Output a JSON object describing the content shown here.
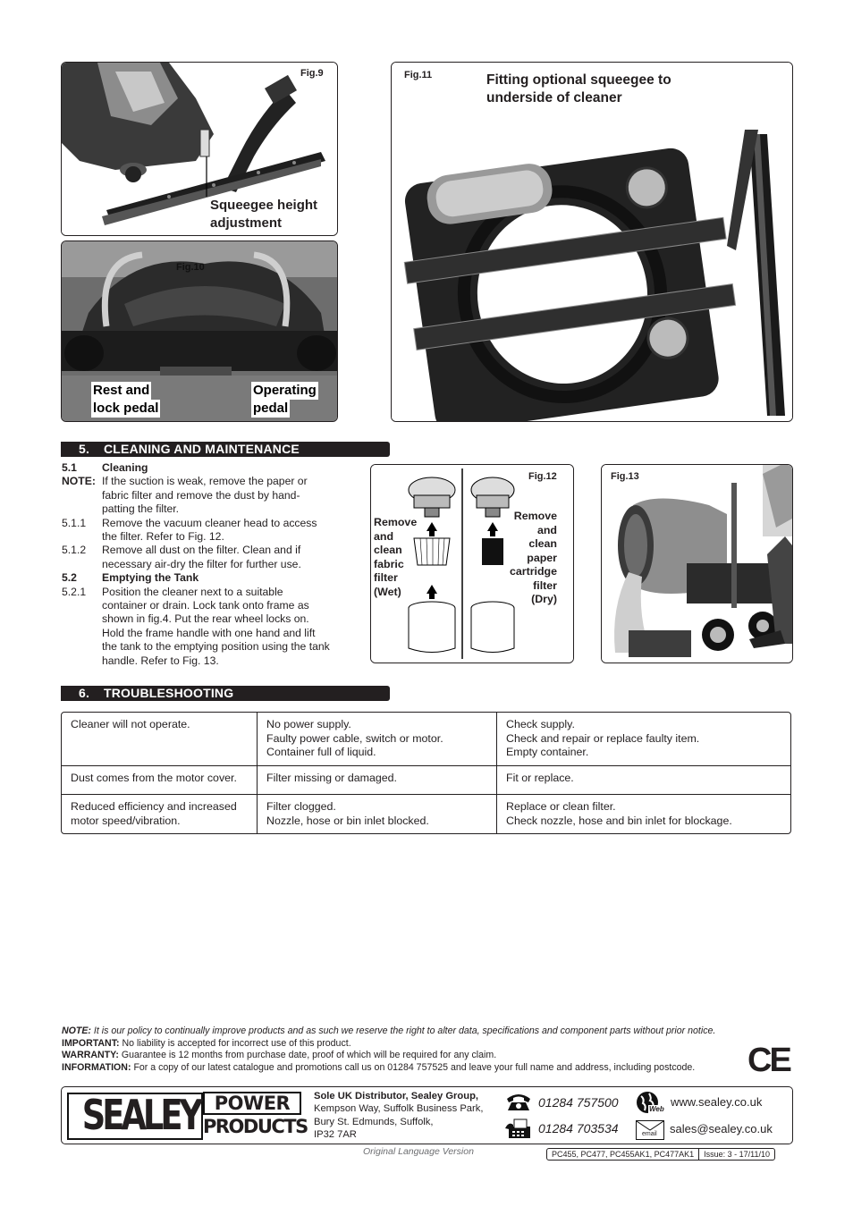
{
  "figures": {
    "fig9": {
      "label": "Fig.9",
      "caption_line1": "Squeegee height",
      "caption_line2": "adjustment"
    },
    "fig10": {
      "label": "Fig.10",
      "caption_left_1": "Rest and",
      "caption_left_2": "lock pedal",
      "caption_right_1": "Operating",
      "caption_right_2": "pedal"
    },
    "fig11": {
      "label": "Fig.11",
      "title_line1": "Fitting optional squeegee to",
      "title_line2": "underside of cleaner"
    },
    "fig12": {
      "label": "Fig.12",
      "left": [
        "Remove",
        "and",
        "clean",
        "fabric",
        "filter",
        "(Wet)"
      ],
      "right": [
        "Remove",
        "and",
        "clean",
        "paper",
        "cartridge",
        "filter",
        "(Dry)"
      ]
    },
    "fig13": {
      "label": "Fig.13"
    }
  },
  "section5": {
    "number": "5.",
    "title": "CLEANING AND MAINTENANCE",
    "items": [
      {
        "num": "5.1",
        "text": "Cleaning",
        "bold": true
      },
      {
        "num": "NOTE:",
        "text": "If the suction is weak, remove the paper or fabric filter and remove the dust by hand-patting the filter.",
        "boldnum": true
      },
      {
        "num": "5.1.1",
        "text": "Remove the vacuum cleaner head to access the filter. Refer to Fig. 12."
      },
      {
        "num": "5.1.2",
        "text": "Remove all dust on the filter. Clean and if necessary air-dry the filter for further use."
      },
      {
        "num": "5.2",
        "text": "Emptying the Tank",
        "bold": true
      },
      {
        "num": "5.2.1",
        "text": "Position the cleaner next to a suitable container or drain. Lock tank onto frame as shown in fig.4. Put the rear wheel locks on. Hold the frame handle with one hand and lift the tank to the emptying position using the tank handle. Refer to Fig. 13."
      }
    ]
  },
  "section6": {
    "number": "6.",
    "title": "TROUBLESHOOTING",
    "rows": [
      {
        "problem": [
          "Cleaner will not operate."
        ],
        "cause": [
          "No power supply.",
          "Faulty power cable, switch or motor.",
          "Container full of liquid."
        ],
        "remedy": [
          "Check supply.",
          "Check and repair or replace faulty item.",
          "Empty container."
        ]
      },
      {
        "problem": [
          "Dust comes from the motor cover."
        ],
        "cause": [
          "Filter missing or damaged."
        ],
        "remedy": [
          "Fit or replace."
        ]
      },
      {
        "problem": [
          "Reduced efficiency and increased",
          "motor speed/vibration."
        ],
        "cause": [
          "Filter clogged.",
          "Nozzle, hose or bin inlet blocked."
        ],
        "remedy": [
          "Replace or clean filter.",
          "Check nozzle, hose and bin inlet for blockage."
        ]
      }
    ]
  },
  "notes": {
    "note_label": "NOTE:",
    "note_text": "It is our policy to continually improve products and as such we reserve the right to alter data, specifications and component parts without prior notice.",
    "important_label": "IMPORTANT:",
    "important_text": "No liability is accepted for incorrect use of this product.",
    "warranty_label": "WARRANTY:",
    "warranty_text": "Guarantee is 12 months from purchase date, proof of which will be required for any claim.",
    "information_label": "INFORMATION:",
    "information_text": "For a copy of our latest catalogue and promotions call us on 01284 757525 and leave your full name and address, including postcode.",
    "ce_mark": "CE"
  },
  "footer": {
    "logo_brand": "SEALEY",
    "logo_power": "POWER",
    "logo_products": "PRODUCTS",
    "distributor": "Sole UK Distributor, Sealey Group,",
    "address1": "Kempson Way, Suffolk Business Park,",
    "address2": "Bury St. Edmunds, Suffolk,",
    "address3": "IP32 7AR",
    "phone": "01284 757500",
    "fax": "01284 703534",
    "web": "www.sealey.co.uk",
    "email": "sales@sealey.co.uk",
    "web_icon_label": "Web",
    "email_icon_label": "email",
    "original_language": "Original Language Version",
    "models": "PC455, PC477, PC455AK1, PC477AK1",
    "issue": "Issue: 3 - 17/11/10"
  },
  "icons": [
    "phone-icon",
    "fax-icon",
    "globe-web-icon",
    "envelope-email-icon",
    "ce-mark"
  ]
}
